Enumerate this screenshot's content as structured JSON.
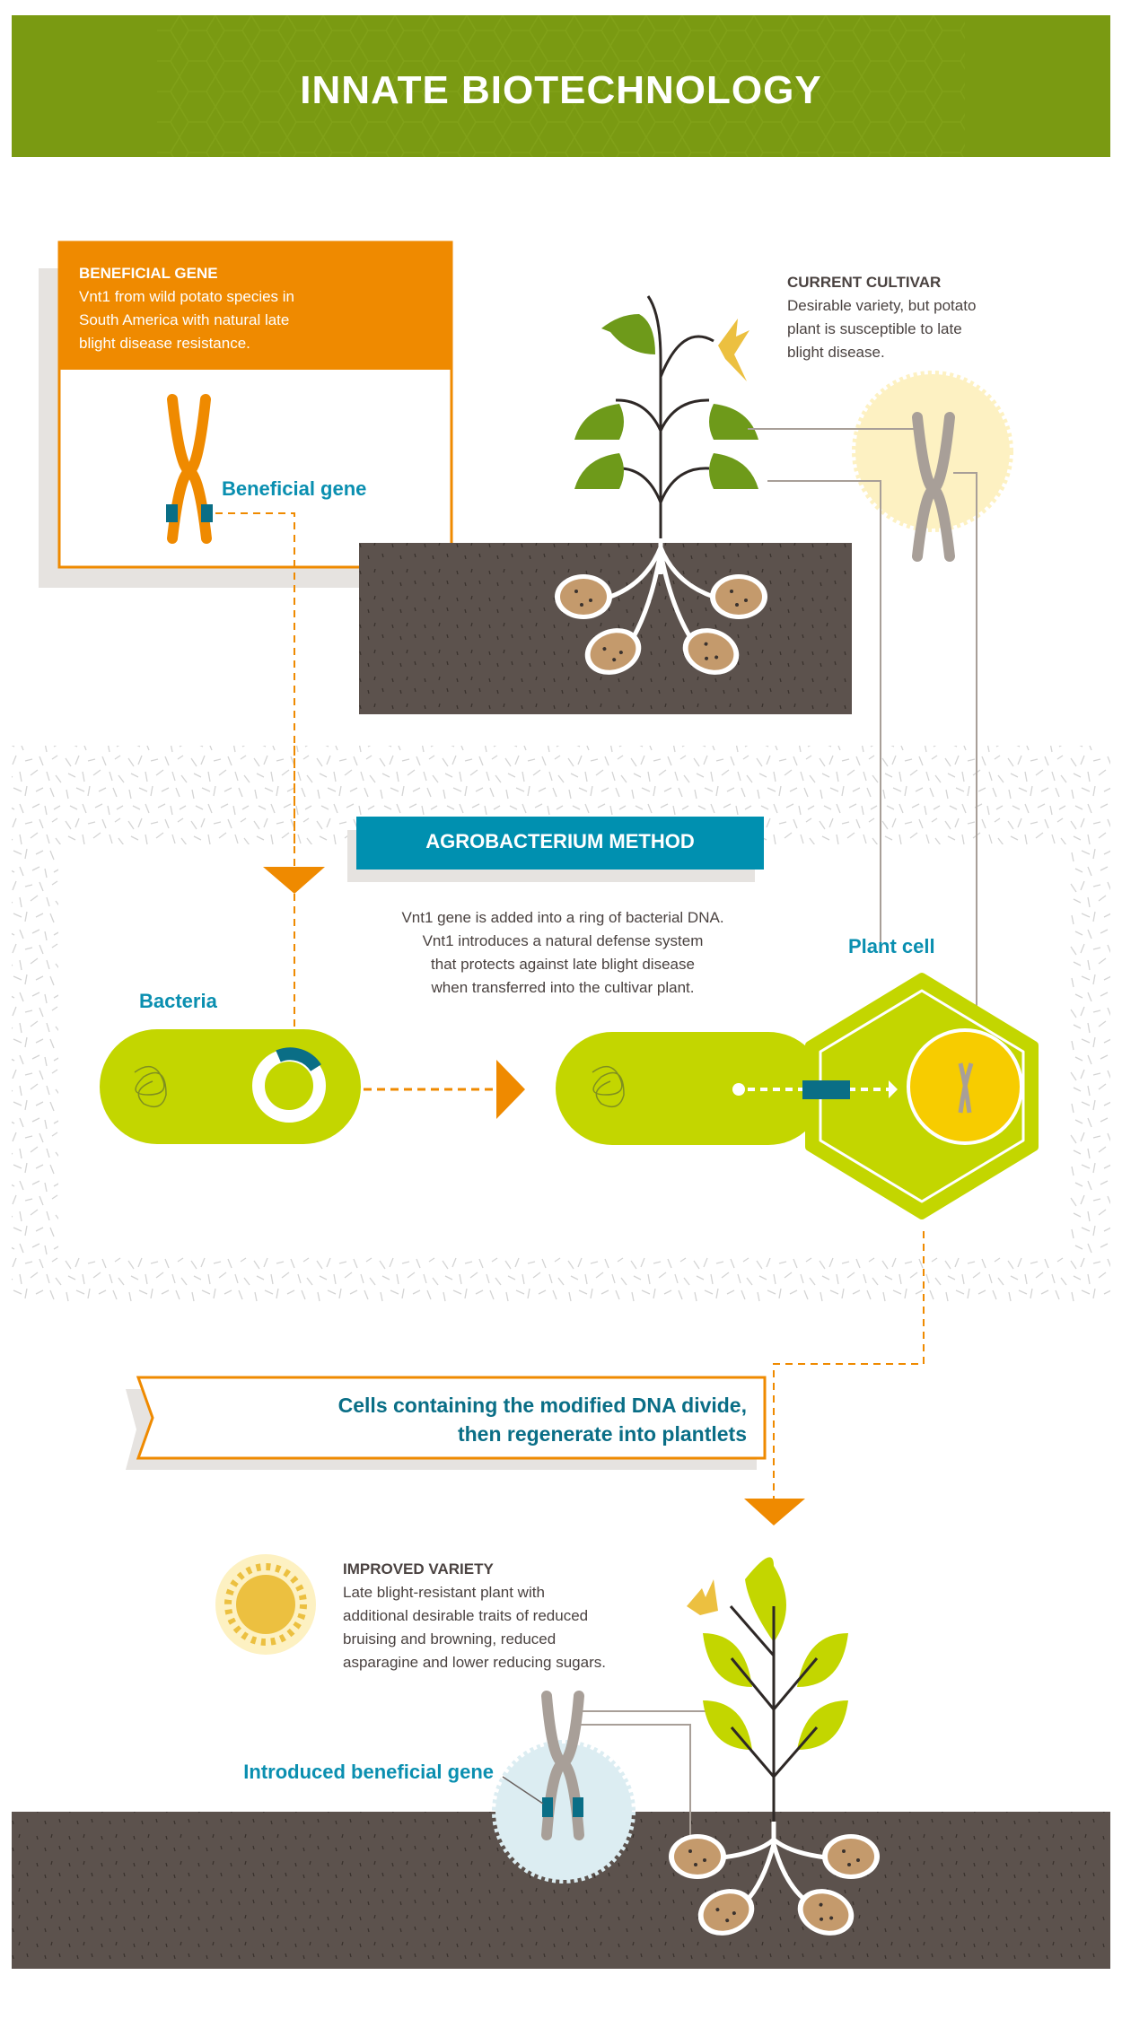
{
  "header": {
    "title": "INNATE BIOTECHNOLOGY"
  },
  "beneficial_gene": {
    "heading": "BENEFICIAL GENE",
    "lines": [
      "Vnt1 from wild potato species in",
      "South America with natural late",
      "blight disease resistance."
    ],
    "label": "Beneficial gene"
  },
  "current_cultivar": {
    "heading": "CURRENT CULTIVAR",
    "lines": [
      "Desirable variety, but potato",
      "plant is susceptible to late",
      "blight disease."
    ]
  },
  "agrobacterium": {
    "title": "AGROBACTERIUM METHOD",
    "description": [
      "Vnt1 gene is added into a ring of bacterial DNA.",
      "Vnt1 introduces a natural defense system",
      "that protects against late blight disease",
      "when transferred into the cultivar plant."
    ],
    "bacteria_label": "Bacteria",
    "plant_cell_label": "Plant cell"
  },
  "banner": {
    "lines": [
      "Cells containing the modified DNA divide,",
      "then regenerate into plantlets"
    ]
  },
  "improved_variety": {
    "heading": "IMPROVED VARIETY",
    "lines": [
      "Late blight-resistant plant with",
      "additional desirable traits of reduced",
      "bruising and browning, reduced",
      "asparagine and lower reducing sugars."
    ],
    "gene_label": "Introduced beneficial gene"
  },
  "colors": {
    "header_green": "#7a9a12",
    "orange": "#ef8a00",
    "teal": "#0090b0",
    "lime": "#c3d600",
    "soil": "#5c524d"
  }
}
